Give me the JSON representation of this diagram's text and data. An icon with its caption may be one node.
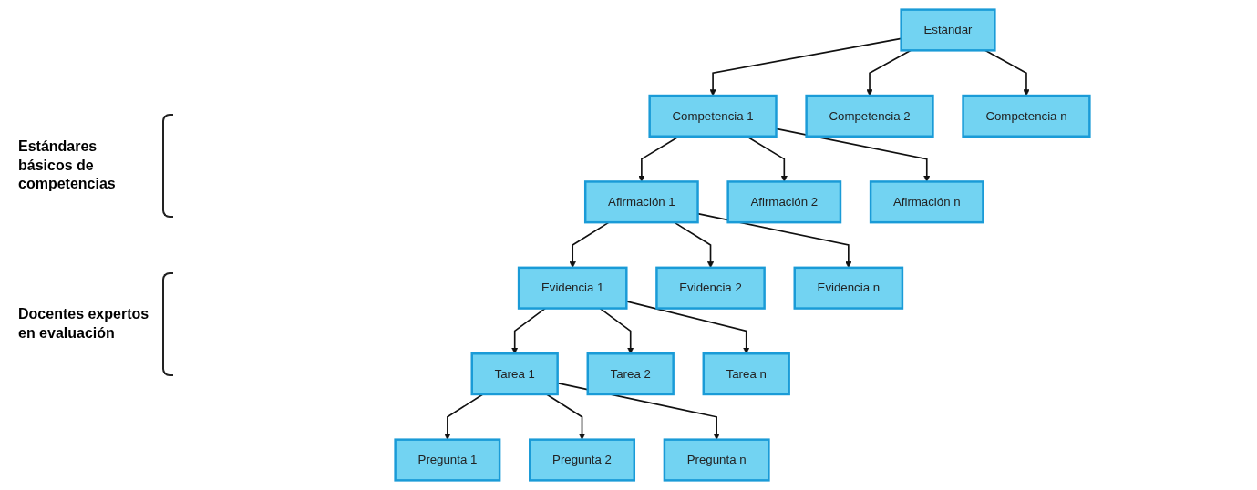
{
  "diagram": {
    "nodes": [
      {
        "text": [
          "Estándar"
        ]
      },
      {
        "text": [
          "Competencia 1"
        ]
      },
      {
        "text": [
          "Competencia 2"
        ]
      },
      {
        "text": [
          "Competencia n"
        ]
      },
      {
        "text": [
          "Afirmación 1"
        ]
      },
      {
        "text": [
          "Afirmación 2"
        ]
      },
      {
        "text": [
          "Afirmación n"
        ]
      },
      {
        "text": [
          "Evidencia 1"
        ]
      },
      {
        "text": [
          "Evidencia 2"
        ]
      },
      {
        "text": [
          "Evidencia n"
        ]
      },
      {
        "text": [
          "Tarea 1"
        ]
      },
      {
        "text": [
          "Tarea 2"
        ]
      },
      {
        "text": [
          "Tarea n"
        ]
      },
      {
        "text": [
          "Pregunta 1"
        ]
      },
      {
        "text": [
          "Pregunta 2"
        ]
      },
      {
        "text": [
          "Pregunta n"
        ]
      }
    ],
    "edges": [
      {
        "from": 0,
        "to": 1,
        "arrow": "to"
      },
      {
        "from": 0,
        "to": 2,
        "arrow": "to"
      },
      {
        "from": 0,
        "to": 3,
        "arrow": "to"
      },
      {
        "from": 1,
        "to": 4,
        "arrow": "to"
      },
      {
        "from": 1,
        "to": 5,
        "arrow": "to"
      },
      {
        "from": 1,
        "to": 6,
        "arrow": "to"
      },
      {
        "from": 4,
        "to": 7,
        "arrow": "to"
      },
      {
        "from": 4,
        "to": 8,
        "arrow": "to"
      },
      {
        "from": 4,
        "to": 9,
        "arrow": "to"
      },
      {
        "from": 7,
        "to": 10,
        "arrow": "to"
      },
      {
        "from": 7,
        "to": 11,
        "arrow": "to"
      },
      {
        "from": 7,
        "to": 12,
        "arrow": "to"
      },
      {
        "from": 10,
        "to": 13,
        "arrow": "to"
      },
      {
        "from": 10,
        "to": 14,
        "arrow": "to"
      },
      {
        "from": 10,
        "to": 15,
        "arrow": "to"
      }
    ],
    "labels": [
      "Estándares básicos de competencias",
      "Docentes expertos en evaluación"
    ]
  }
}
